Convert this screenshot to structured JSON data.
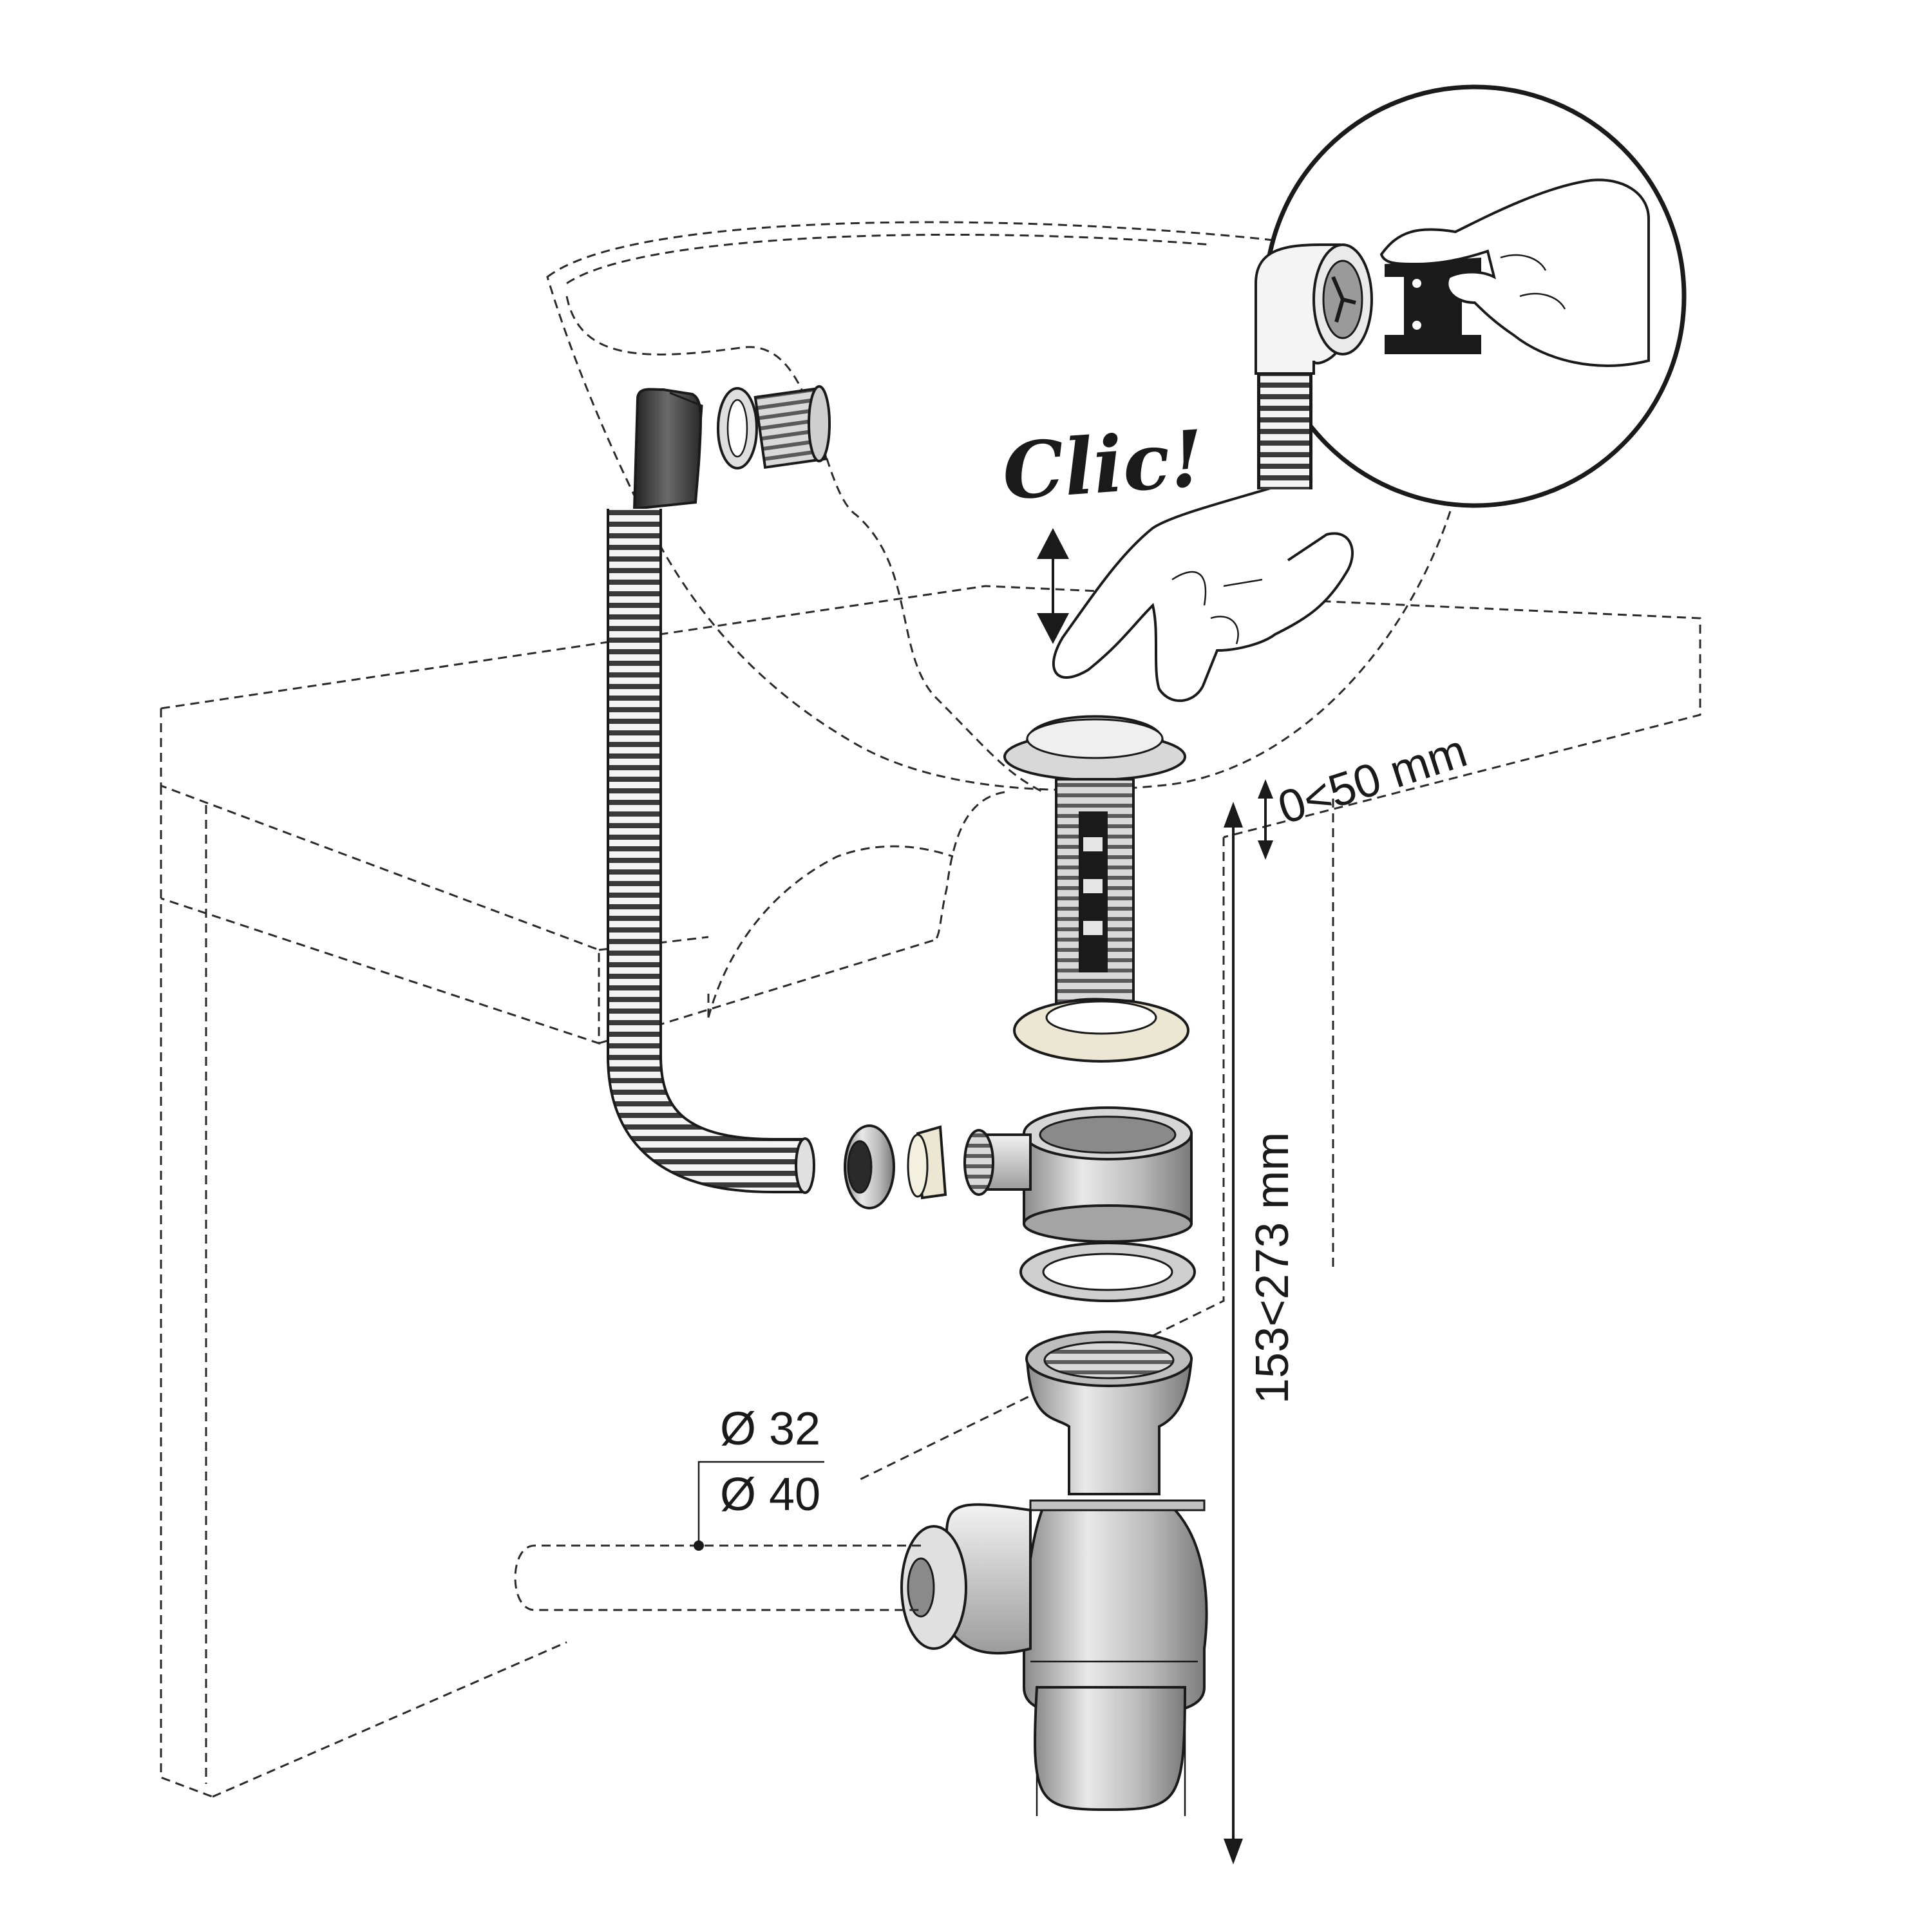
{
  "labels": {
    "clic": "Clic!",
    "gap_range": "0<50 mm",
    "height_range": "153<273 mm",
    "diameter_small": "Ø 32",
    "diameter_large": "Ø 40"
  },
  "colors": {
    "line": "#1a1a1a",
    "metal_light": "#e6e6e6",
    "metal_mid": "#b5b5b5",
    "metal_dark": "#7c7c7c",
    "hose_dark": "#3a3a3a",
    "gasket": "#ece7d2"
  },
  "icons": {
    "hand_press": "hand-press-icon",
    "hand_clip": "hand-clip-icon",
    "double_arrow": "vertical-double-arrow-icon"
  }
}
